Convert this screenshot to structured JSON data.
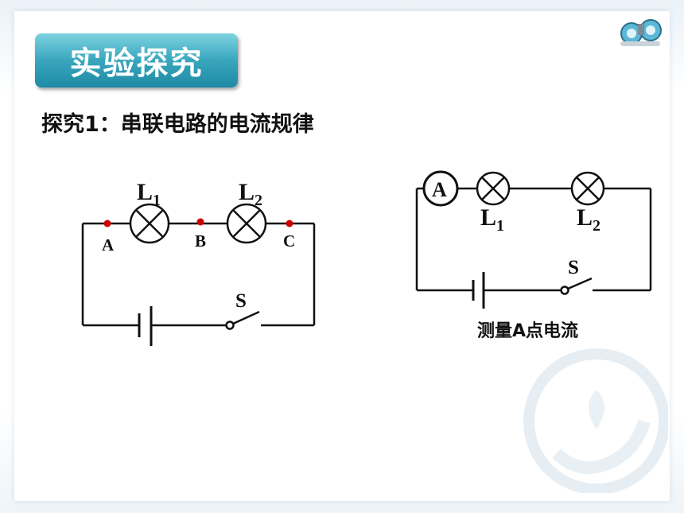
{
  "slide": {
    "title": "实验探究",
    "subtitle": "探究1：串联电路的电流规律"
  },
  "diagram_left": {
    "lamp1": {
      "letter": "L",
      "sub": "1"
    },
    "lamp2": {
      "letter": "L",
      "sub": "2"
    },
    "point_a": "A",
    "point_b": "B",
    "point_c": "C",
    "switch": "S"
  },
  "diagram_right": {
    "ammeter": "A",
    "lamp1": {
      "letter": "L",
      "sub": "1"
    },
    "lamp2": {
      "letter": "L",
      "sub": "2"
    },
    "switch": "S",
    "caption": "测量A点电流"
  },
  "icons": [
    "binoculars-icon",
    "hands-leaf-watermark"
  ],
  "colors": {
    "title_bg": "#2fa0b8",
    "title_text": "#ffffff",
    "node_dot": "#cc0000",
    "wire": "#111111"
  }
}
